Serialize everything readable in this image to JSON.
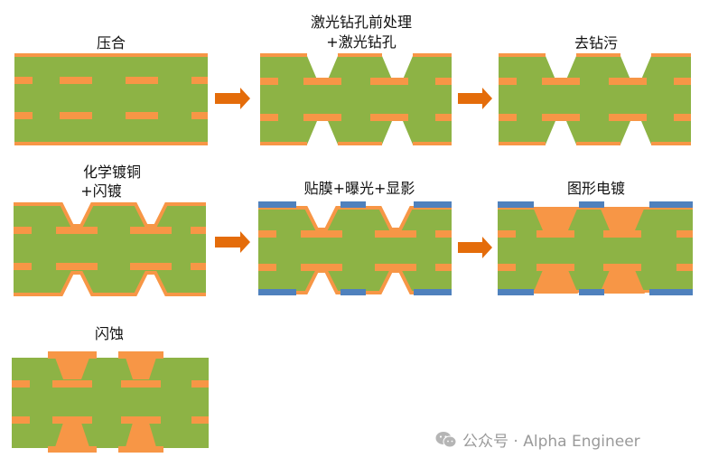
{
  "steps": [
    {
      "label": "压合"
    },
    {
      "label": "激光钻孔前处理\n+激光钻孔"
    },
    {
      "label": "去钻污"
    },
    {
      "label": "化学镀铜\n+闪镀"
    },
    {
      "label": "贴膜+曝光+显影"
    },
    {
      "label": "图形电镀"
    },
    {
      "label": "闪蚀"
    }
  ],
  "watermark": {
    "icon": "wechat-icon",
    "text": "公众号 · Alpha Engineer"
  },
  "colors": {
    "substrate": "#8db345",
    "copper": "#f79646",
    "film": "#4f81bd",
    "arrow": "#e46c0a"
  }
}
